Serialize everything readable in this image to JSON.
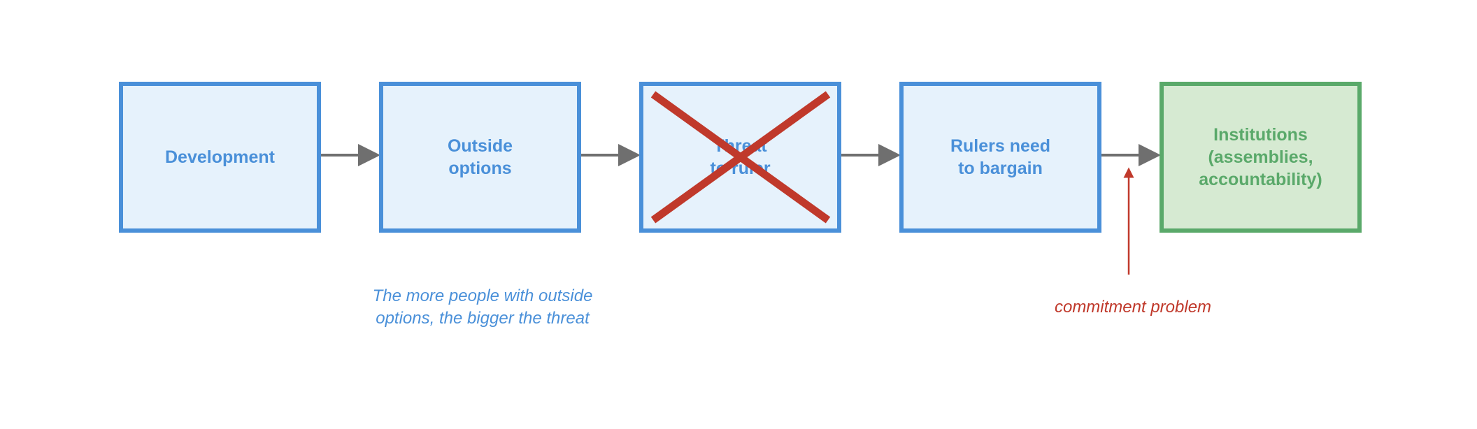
{
  "diagram": {
    "boxes": [
      {
        "id": "development",
        "label": "Development",
        "style": "blue"
      },
      {
        "id": "outside-options",
        "label": "Outside\noptions",
        "style": "blue"
      },
      {
        "id": "threat-to-ruler",
        "label": "Threat\nto ruler",
        "style": "blue",
        "crossed_out": true
      },
      {
        "id": "rulers-need-to-bargain",
        "label": "Rulers need\nto bargain",
        "style": "blue"
      },
      {
        "id": "institutions",
        "label": "Institutions\n(assemblies,\naccountability)",
        "style": "green"
      }
    ],
    "notes": {
      "threat_note": "The more people with outside\noptions, the bigger the threat",
      "commitment_note": "commitment problem"
    },
    "colors": {
      "box_blue": "#4a90d9",
      "box_blue_fill": "#e6f2fc",
      "box_green": "#5aa96a",
      "box_green_fill": "#d6ead2",
      "arrow_gray": "#6f6f6f",
      "cross_red": "#c0392b"
    }
  }
}
